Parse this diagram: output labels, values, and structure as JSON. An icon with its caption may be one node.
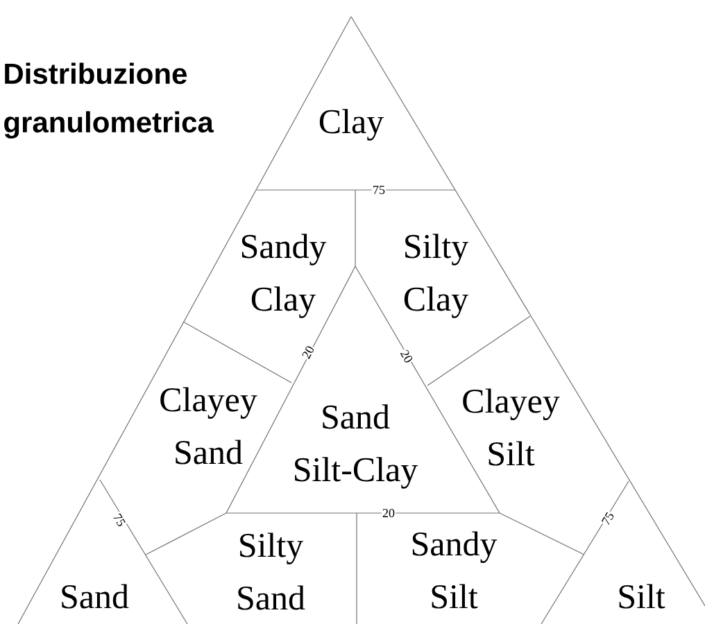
{
  "diagram": {
    "title": "Distribuzione granulometrica",
    "nodes": [
      {
        "text": [
          "Clay"
        ]
      },
      {
        "text": [
          "Sandy Clay"
        ]
      },
      {
        "text": [
          "Silty Clay"
        ]
      },
      {
        "text": [
          "Clayey Sand"
        ]
      },
      {
        "text": [
          "Sand Silt-Clay"
        ]
      },
      {
        "text": [
          "Clayey Silt"
        ]
      },
      {
        "text": [
          "Sand"
        ]
      },
      {
        "text": [
          "Silty Sand"
        ]
      },
      {
        "text": [
          "Sandy Silt"
        ]
      },
      {
        "text": [
          "Silt"
        ]
      }
    ],
    "labels": [
      "75",
      "20",
      "20",
      "20",
      "75",
      "75"
    ]
  }
}
